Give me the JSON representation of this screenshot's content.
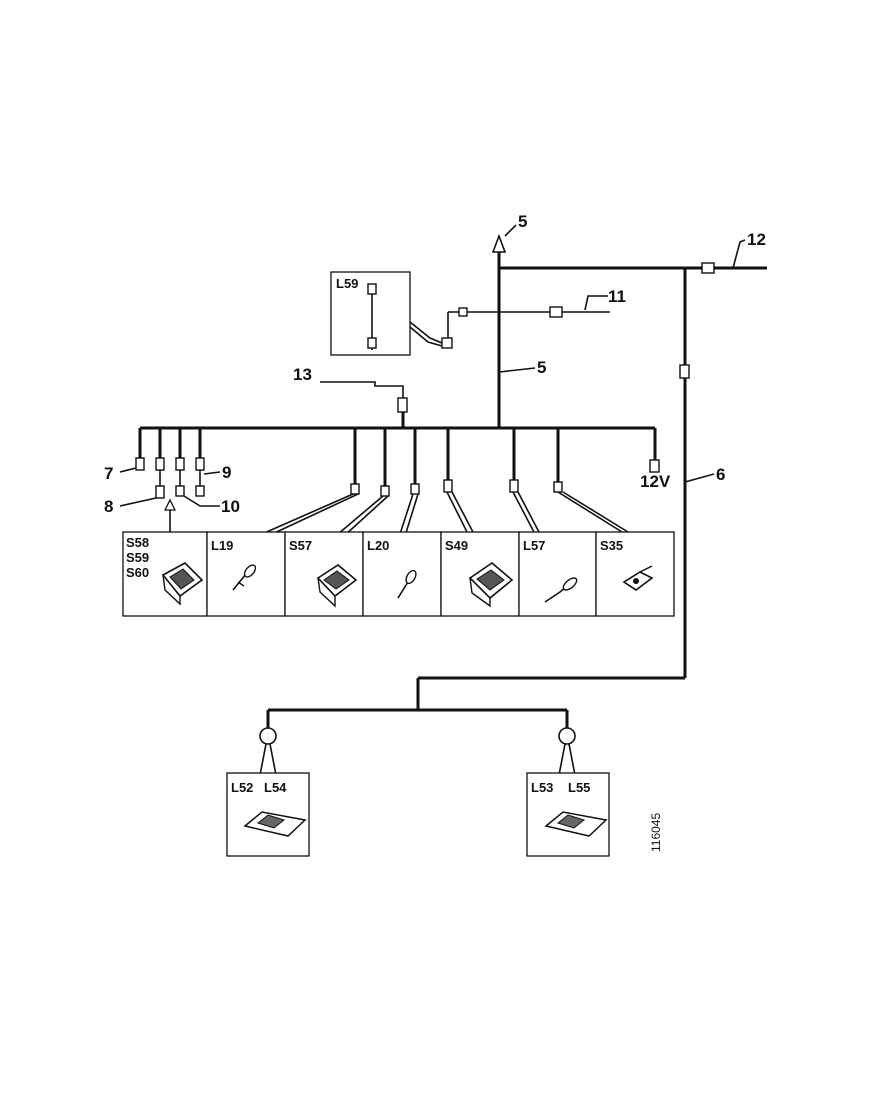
{
  "callouts": {
    "c5_top": "5",
    "c5_mid": "5",
    "c6": "6",
    "c7": "7",
    "c8": "8",
    "c9": "9",
    "c10": "10",
    "c11": "11",
    "c12": "12",
    "c13": "13",
    "v12": "12V"
  },
  "components": {
    "l59": "L59",
    "s58": "S58",
    "s59": "S59",
    "s60": "S60",
    "l19": "L19",
    "s57": "S57",
    "l20": "L20",
    "s49": "S49",
    "l57": "L57",
    "s35": "S35",
    "l52": "L52",
    "l54": "L54",
    "l53": "L53",
    "l55": "L55"
  },
  "figure_ref": "116045"
}
